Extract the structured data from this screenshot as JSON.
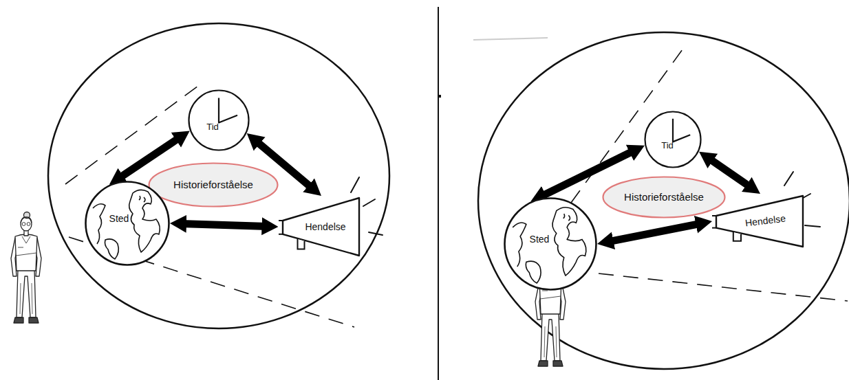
{
  "diagram": {
    "nodes": [
      {
        "text": [
          "Tid"
        ]
      },
      {
        "text": [
          "Historieforståelse"
        ]
      },
      {
        "text": [
          "Sted"
        ]
      },
      {
        "text": [
          "Hendelse"
        ]
      },
      {
        "text": [
          "Tid"
        ]
      },
      {
        "text": [
          "Historieforståelse"
        ]
      },
      {
        "text": [
          "Sted"
        ]
      },
      {
        "text": [
          "Hendelse"
        ]
      }
    ],
    "edges": [
      {
        "from": 2,
        "to": 0,
        "arrow": "both"
      },
      {
        "from": 0,
        "to": 3,
        "arrow": "both"
      },
      {
        "from": 2,
        "to": 3,
        "arrow": "both"
      },
      {
        "from": 6,
        "to": 4,
        "arrow": "both"
      },
      {
        "from": 4,
        "to": 7,
        "arrow": "both"
      },
      {
        "from": 6,
        "to": 7,
        "arrow": "both"
      }
    ]
  }
}
